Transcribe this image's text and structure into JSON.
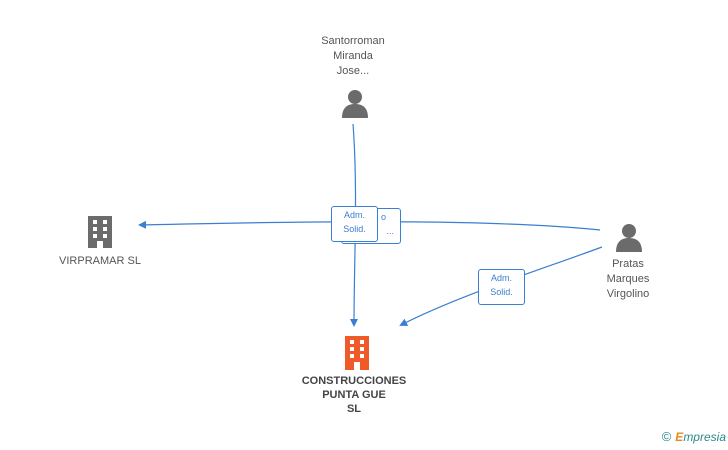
{
  "nodes": {
    "person_top": {
      "label": "Santorroman\nMiranda\nJose..."
    },
    "person_right": {
      "label": "Pratas\nMarques\nVirgolino"
    },
    "company_left": {
      "label": "VIRPRAMAR SL"
    },
    "company_main": {
      "label": "CONSTRUCCIONES\nPUNTA GUE\nSL"
    }
  },
  "edges": {
    "top_to_main": {
      "line1": "Adm.",
      "line2": "Solid."
    },
    "hidden_box": {
      "line1": "o",
      "line2": "..."
    },
    "right_to_main": {
      "line1": "Adm.",
      "line2": "Solid."
    }
  },
  "colors": {
    "edge": "#3a7fd0",
    "person_icon": "#6b6b6b",
    "company_icon": "#6b6b6b",
    "main_company_icon": "#f05a28"
  },
  "brand": {
    "copyright": "©",
    "initial": "E",
    "rest": "mpresia"
  }
}
